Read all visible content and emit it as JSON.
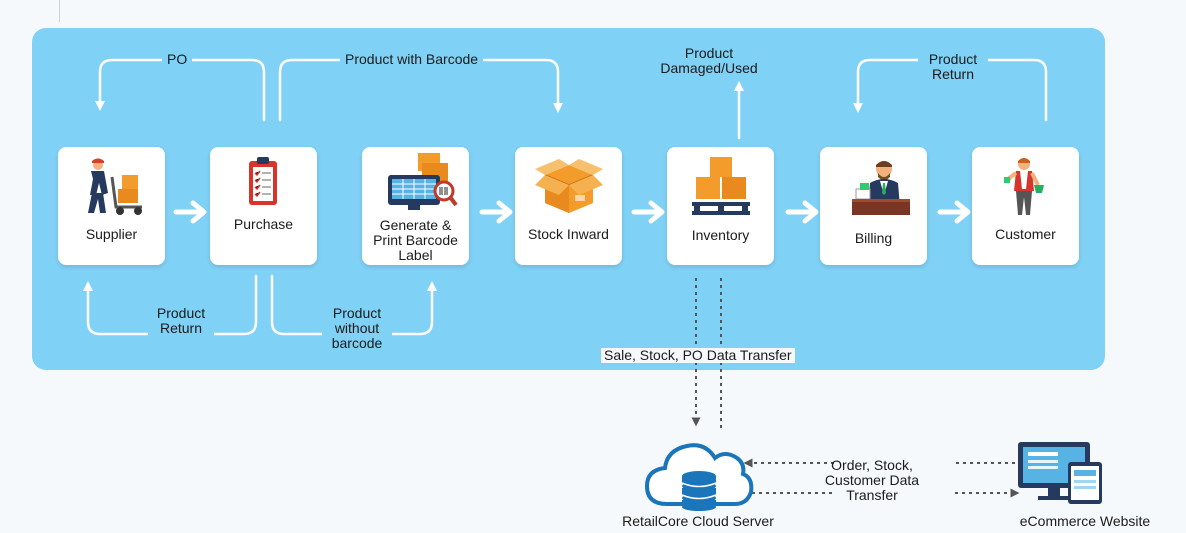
{
  "steps": [
    {
      "label": "Supplier",
      "icon": "supplier-icon"
    },
    {
      "label": "Purchase",
      "icon": "clipboard-icon"
    },
    {
      "label": "Generate & Print Barcode Label",
      "icon": "barcode-printer-icon"
    },
    {
      "label": "Stock Inward",
      "icon": "box-icon"
    },
    {
      "label": "Inventory",
      "icon": "pallet-icon"
    },
    {
      "label": "Billing",
      "icon": "cashier-icon"
    },
    {
      "label": "Customer",
      "icon": "shopper-icon"
    }
  ],
  "flow_labels": {
    "po": "PO",
    "product_with_barcode": "Product with Barcode",
    "product_damaged": "Product Damaged/Used",
    "customer_product_return": "Product Return",
    "supplier_product_return": "Product Return",
    "product_without_barcode": "Product without barcode",
    "data_transfer": "Sale, Stock, PO Data Transfer",
    "ecommerce_transfer": "Order, Stock, Customer Data Transfer"
  },
  "cloud": {
    "label": "RetailCore Cloud Server",
    "icon": "cloud-database-icon"
  },
  "ecommerce": {
    "label": "eCommerce Website",
    "icon": "monitor-tablet-icon"
  },
  "colors": {
    "panel": "#7fd1f5",
    "arrow": "#ffffff",
    "dotted": "#555555",
    "accent": "#f39c2b",
    "cloud": "#1b75bb"
  }
}
